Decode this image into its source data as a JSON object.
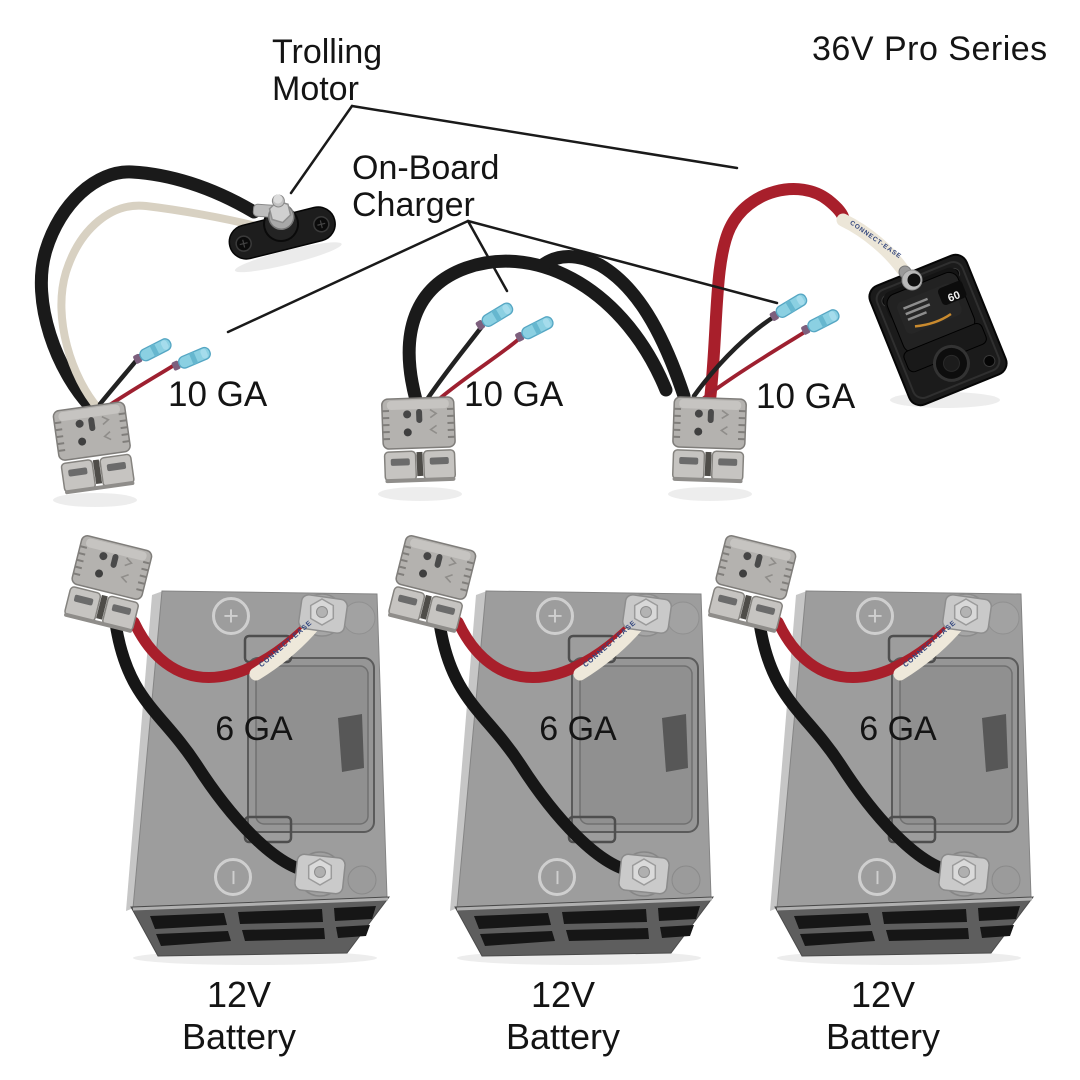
{
  "title": "36V Pro Series",
  "callouts": {
    "trolling_motor": "Trolling Motor",
    "on_board_charger": "On-Board Charger"
  },
  "wiring": {
    "harness_gauge": "10 GA",
    "battery_cable_gauge": "6 GA"
  },
  "battery": {
    "name": "12V Battery",
    "positive_symbol": "+",
    "negative_symbol": "−",
    "cable_brand": "CONNECT-EASE"
  },
  "breaker": {
    "rating": "60",
    "cable_brand": "CONNECT-EASE"
  },
  "colors": {
    "background": "#ffffff",
    "text": "#141414",
    "wire_red": "#a81f2b",
    "wire_black": "#1a1a1a",
    "splice_blue": "#8bd0e2",
    "connector_grey": "#b4b2af",
    "battery_grey": "#9d9d9d",
    "breaker_black": "#1b1b1b",
    "label_white": "#eee8da"
  }
}
